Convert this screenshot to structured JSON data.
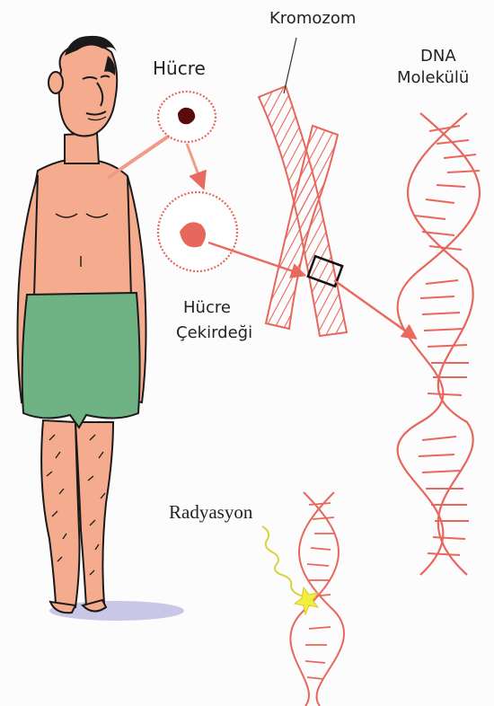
{
  "labels": {
    "cell": "Hücre",
    "chromosome": "Kromozom",
    "dna_line1": "DNA",
    "dna_line2": "Molekülü",
    "nucleus_line1": "Hücre",
    "nucleus_line2": "Çekirdeği",
    "radiation": "Radyasyon"
  },
  "colors": {
    "skin": "#f5ac8e",
    "shorts": "#6fb384",
    "outline": "#1a1a1a",
    "dna_red": "#e8675d",
    "arrow": "#f09a88",
    "shadow": "#c9c6e6",
    "spark": "#f2ee3e",
    "squiggle": "#d9d43a"
  },
  "icons": [
    "man-figure",
    "cell-icon",
    "nucleus-icon",
    "chromosome-icon",
    "dna-helix-icon",
    "radiation-spark-icon"
  ]
}
